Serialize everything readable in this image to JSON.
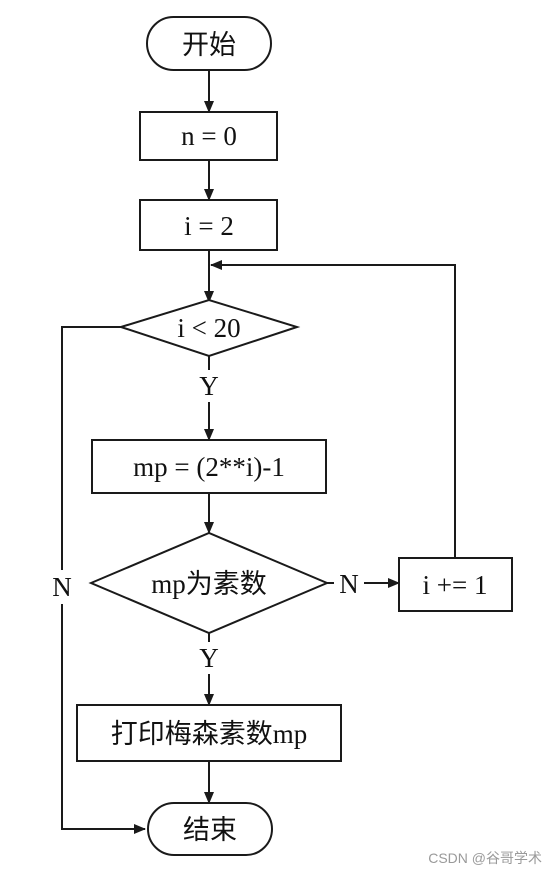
{
  "nodes": {
    "start": "开始",
    "init_n": "n = 0",
    "init_i": "i = 2",
    "cond_loop": "i < 20",
    "calc_mp": "mp = (2**i)-1",
    "cond_prime": "mp为素数",
    "increment": "i += 1",
    "print": "打印梅森素数mp",
    "end": "结束"
  },
  "edges": {
    "loop_yes": "Y",
    "loop_no": "N",
    "prime_yes": "Y",
    "prime_no": "N"
  },
  "watermark": "CSDN @谷哥学术",
  "colors": {
    "stroke": "#1a1a1a",
    "background": "#ffffff",
    "watermark": "#9a9a9a"
  }
}
